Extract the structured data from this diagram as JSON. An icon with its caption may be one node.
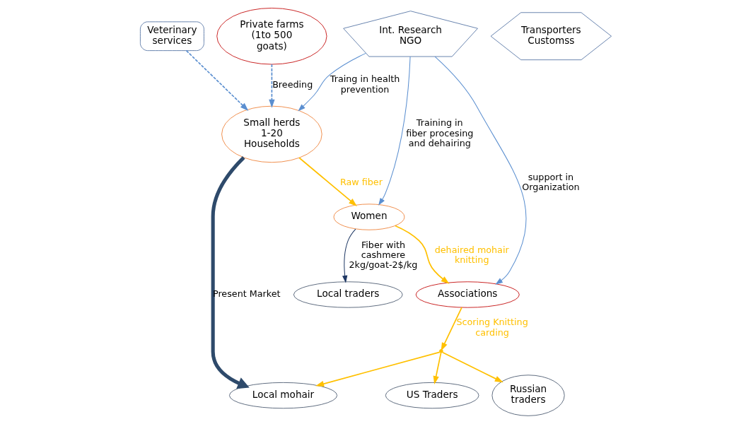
{
  "diagram": {
    "nodes": [
      {
        "text": [
          "Small herds 1-20 Households"
        ]
      },
      {
        "text": [
          "Women"
        ]
      },
      {
        "text": [
          "Local traders"
        ]
      },
      {
        "text": [
          "Associations"
        ]
      },
      {
        "text": [
          "US Traders"
        ]
      },
      {
        "text": [
          "Transporters Customss"
        ]
      },
      {
        "text": [
          "Russian traders"
        ]
      },
      {
        "text": [
          "Veterinary services"
        ]
      },
      {
        "text": [
          "Int. Research NGO"
        ]
      },
      {
        "text": [
          "Private farms",
          "(1to 500 goats)"
        ]
      },
      {
        "text": [
          "Local mohair"
        ]
      },
      {
        "text": [],
        "shape": "point"
      }
    ],
    "edges": [
      {
        "from": 9,
        "to": 0,
        "arrow": "to",
        "label": "Breeding",
        "style": "dashed",
        "color": "#5b8fd0"
      },
      {
        "from": 7,
        "to": 0,
        "arrow": "to",
        "style": "dashed",
        "color": "#5b8fd0"
      },
      {
        "from": 0,
        "to": 1,
        "arrow": "to",
        "label": "Raw fiber"
      },
      {
        "from": 1,
        "to": 2,
        "arrow": "to",
        "label": "Fiber with cashmere 2kg/goat-2$/kg",
        "color": "#1f3864"
      },
      {
        "from": 1,
        "to": 3,
        "arrow": "to",
        "label": "dehaired mohair knitting"
      },
      {
        "from": 8,
        "to": 0,
        "arrow": "to",
        "label": "Traing in health prevention",
        "color": "#5b8fd0"
      },
      {
        "from": 8,
        "to": 1,
        "arrow": "to",
        "label": "Training in fiber procesing and dehairing",
        "color": "#5b8fd0"
      },
      {
        "from": 8,
        "to": 3,
        "arrow": "to",
        "label": "support in Organization",
        "color": "#5b8fd0"
      },
      {
        "from": 3,
        "to": 11,
        "arrow": "to",
        "label": "Scoring Knitting carding"
      },
      {
        "from": 11,
        "to": 4,
        "arrow": "to"
      },
      {
        "from": 11,
        "to": 6,
        "arrow": "to"
      },
      {
        "from": 11,
        "to": 10,
        "arrow": "to"
      },
      {
        "from": 0,
        "to": 10,
        "arrow": "to",
        "label": "Present Market",
        "style": "thick",
        "color": "#2e4a6b"
      }
    ]
  }
}
